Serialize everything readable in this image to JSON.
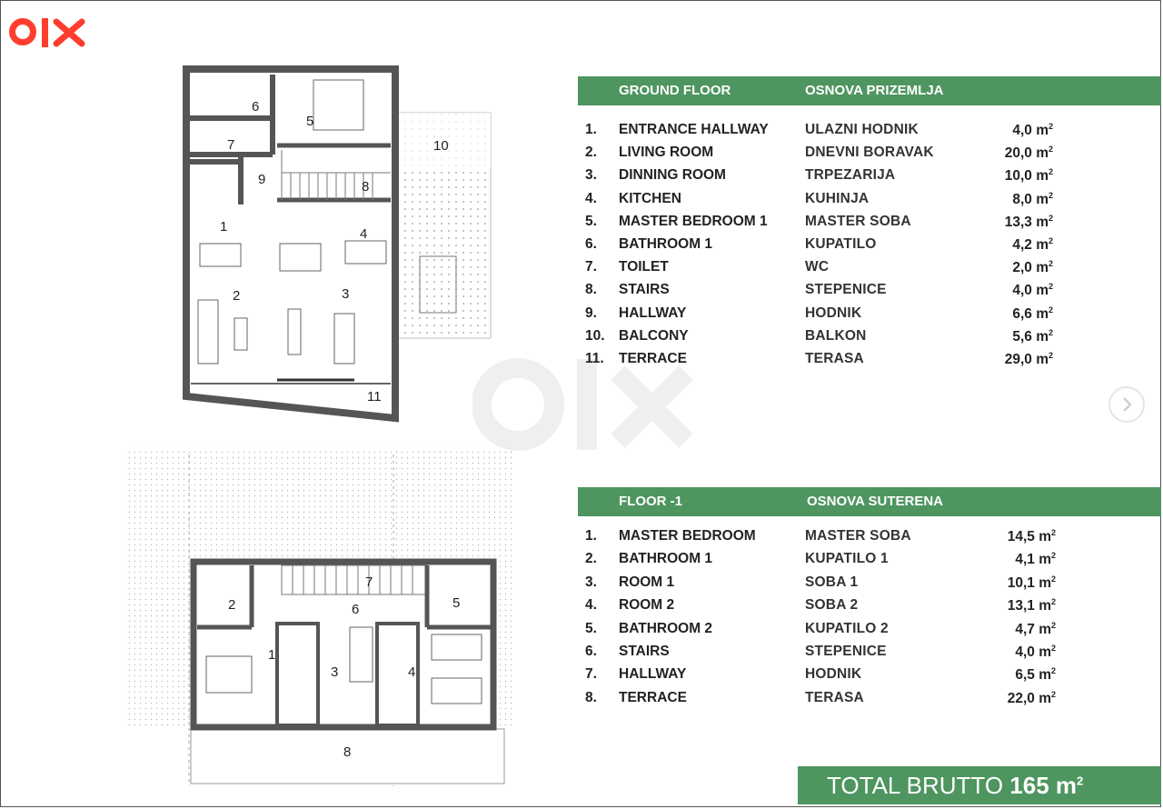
{
  "brand": {
    "logo": "olx-logo",
    "accent": "#ff3d2e"
  },
  "ground_floor": {
    "header_en": "GROUND FLOOR",
    "header_sr": "OSNOVA PRIZEMLJA",
    "rows": [
      {
        "n": "1.",
        "en": "ENTRANCE HALLWAY",
        "sr": "ULAZNI HODNIK",
        "area": "4,0 m",
        "unit": "2"
      },
      {
        "n": "2.",
        "en": "LIVING ROOM",
        "sr": "DNEVNI BORAVAK",
        "area": "20,0 m",
        "unit": "2"
      },
      {
        "n": "3.",
        "en": "DINNING ROOM",
        "sr": "TRPEZARIJA",
        "area": "10,0 m",
        "unit": "2"
      },
      {
        "n": "4.",
        "en": "KITCHEN",
        "sr": "KUHINJA",
        "area": "8,0 m",
        "unit": "2"
      },
      {
        "n": "5.",
        "en": "MASTER BEDROOM 1",
        "sr": "MASTER SOBA",
        "area": "13,3 m",
        "unit": "2"
      },
      {
        "n": "6.",
        "en": "BATHROOM 1",
        "sr": "KUPATILO",
        "area": "4,2 m",
        "unit": "2"
      },
      {
        "n": "7.",
        "en": "TOILET",
        "sr": "WC",
        "area": "2,0 m",
        "unit": "2"
      },
      {
        "n": "8.",
        "en": "STAIRS",
        "sr": "STEPENICE",
        "area": "4,0 m",
        "unit": "2"
      },
      {
        "n": "9.",
        "en": "HALLWAY",
        "sr": "HODNIK",
        "area": "6,6 m",
        "unit": "2"
      },
      {
        "n": "10.",
        "en": "BALCONY",
        "sr": "BALKON",
        "area": "5,6 m",
        "unit": "2"
      },
      {
        "n": "11.",
        "en": "TERRACE",
        "sr": "TERASA",
        "area": "29,0 m",
        "unit": "2"
      }
    ],
    "plan_labels": [
      "1",
      "2",
      "3",
      "4",
      "5",
      "6",
      "7",
      "8",
      "9",
      "10",
      "11"
    ]
  },
  "floor_minus1": {
    "header_en": "FLOOR -1",
    "header_sr": "OSNOVA SUTERENA",
    "rows": [
      {
        "n": "1.",
        "en": "MASTER BEDROOM",
        "sr": "MASTER SOBA",
        "area": "14,5 m",
        "unit": "2"
      },
      {
        "n": "2.",
        "en": "BATHROOM 1",
        "sr": "KUPATILO 1",
        "area": "4,1 m",
        "unit": "2"
      },
      {
        "n": "3.",
        "en": "ROOM 1",
        "sr": "SOBA 1",
        "area": "10,1 m",
        "unit": "2"
      },
      {
        "n": "4.",
        "en": "ROOM 2",
        "sr": "SOBA 2",
        "area": "13,1 m",
        "unit": "2"
      },
      {
        "n": "5.",
        "en": "BATHROOM 2",
        "sr": "KUPATILO 2",
        "area": "4,7 m",
        "unit": "2"
      },
      {
        "n": "6.",
        "en": "STAIRS",
        "sr": "STEPENICE",
        "area": "4,0 m",
        "unit": "2"
      },
      {
        "n": "7.",
        "en": "HALLWAY",
        "sr": "HODNIK",
        "area": "6,5 m",
        "unit": "2"
      },
      {
        "n": "8.",
        "en": "TERRACE",
        "sr": "TERASA",
        "area": "22,0 m",
        "unit": "2"
      }
    ],
    "plan_labels": [
      "1",
      "2",
      "3",
      "4",
      "5",
      "6",
      "7",
      "8"
    ]
  },
  "total": {
    "label": "TOTAL BRUTTO",
    "value": "165 m",
    "unit": "2"
  },
  "nav": {
    "next_icon": "chevron-right-icon"
  },
  "colors": {
    "green": "#4e9560",
    "wall": "#555555"
  }
}
